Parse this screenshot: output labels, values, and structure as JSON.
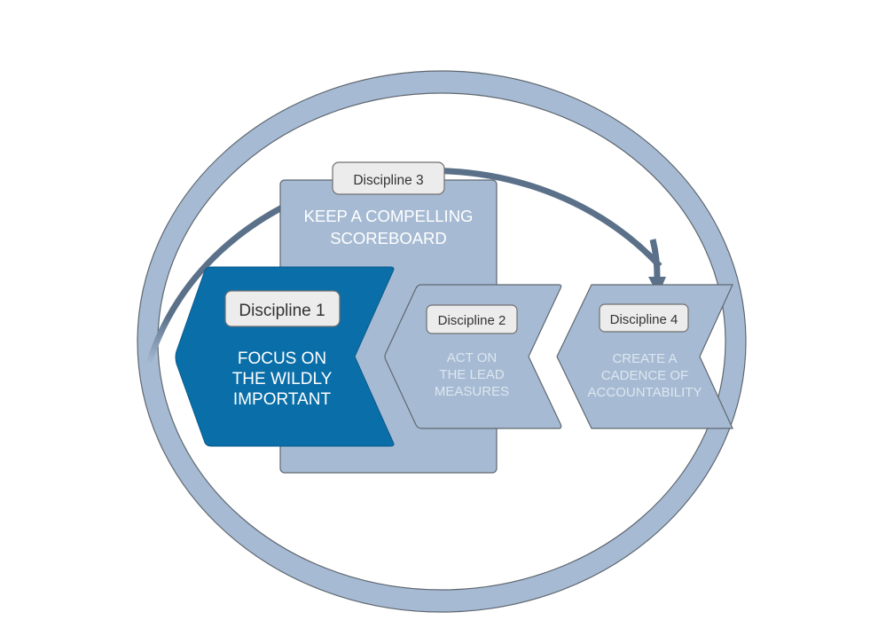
{
  "diagram": {
    "title": "The 4 Disciplines of Execution",
    "colors": {
      "background": "#ffffff",
      "ring_fill": "#a6bbd3",
      "ring_stroke": "#5f6770",
      "ring_arrow": "#5a7189",
      "primary_fill": "#0a6ea8",
      "secondary_fill": "#a6bbd3",
      "tag_fill": "#ececec",
      "tag_stroke": "#6f6f6f",
      "tag_text": "#333333",
      "primary_text": "#ffffff",
      "secondary_text": "#dde6ef",
      "scoreboard_text": "#ffffff"
    },
    "disciplines": [
      {
        "tag": "Discipline 1",
        "lines": [
          "FOCUS ON",
          "THE WILDLY",
          "IMPORTANT"
        ],
        "highlighted": true
      },
      {
        "tag": "Discipline 2",
        "lines": [
          "ACT ON",
          "THE LEAD",
          "MEASURES"
        ],
        "highlighted": false
      },
      {
        "tag": "Discipline 3",
        "lines": [
          "KEEP A COMPELLING",
          "SCOREBOARD"
        ],
        "highlighted": false
      },
      {
        "tag": "Discipline 4",
        "lines": [
          "CREATE A",
          "CADENCE OF",
          "ACCOUNTABILITY"
        ],
        "highlighted": false
      }
    ],
    "cycle_arrow": {
      "description": "cycle arrow from Discipline 1 around the top into Discipline 4",
      "icon": "curved-arrow-icon"
    }
  }
}
